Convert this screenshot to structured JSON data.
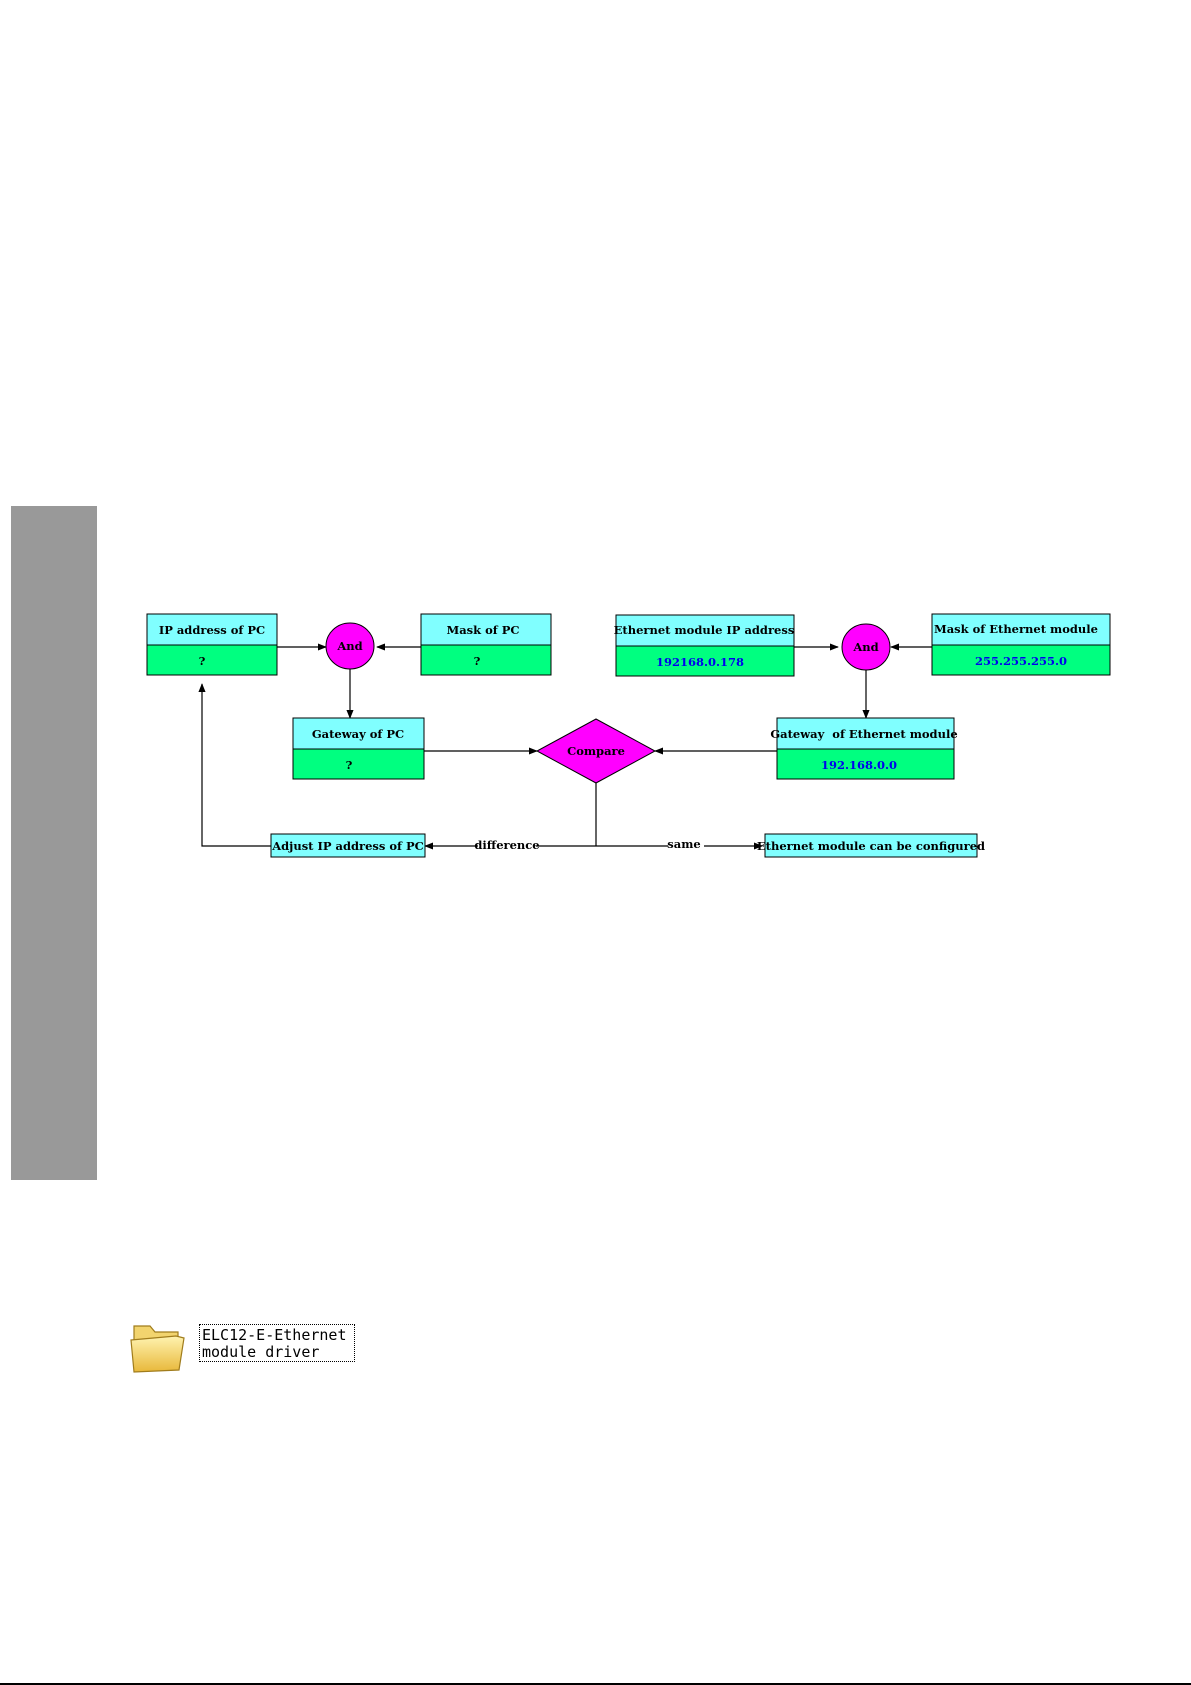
{
  "flowchart": {
    "ip_pc": {
      "label": "IP address of PC",
      "value": "?"
    },
    "mask_pc": {
      "label": "Mask of PC",
      "value": "?"
    },
    "and_left": "And",
    "gateway_pc": {
      "label": "Gateway of PC",
      "value": "?"
    },
    "eth_ip": {
      "label": "Ethernet module IP address",
      "value": "192168.0.178"
    },
    "mask_eth": {
      "label": "Mask of Ethernet module",
      "value": "255.255.255.0"
    },
    "and_right": "And",
    "gateway_eth": {
      "label": "Gateway  of Ethernet module",
      "value": "192.168.0.0"
    },
    "compare": "Compare",
    "adjust": "Adjust IP address of PC",
    "difference": "difference",
    "same": "same",
    "configured": "Ethernet module can be configured"
  },
  "folder": {
    "icon": "folder-icon",
    "label_line1": "ELC12-E-Ethernet",
    "label_line2": "module driver"
  },
  "colors": {
    "header_cyan": "#80ffff",
    "value_green": "#00ff80",
    "node_magenta": "#ff00ff",
    "value_text": "#0000ee",
    "side_tab": "#999999"
  }
}
